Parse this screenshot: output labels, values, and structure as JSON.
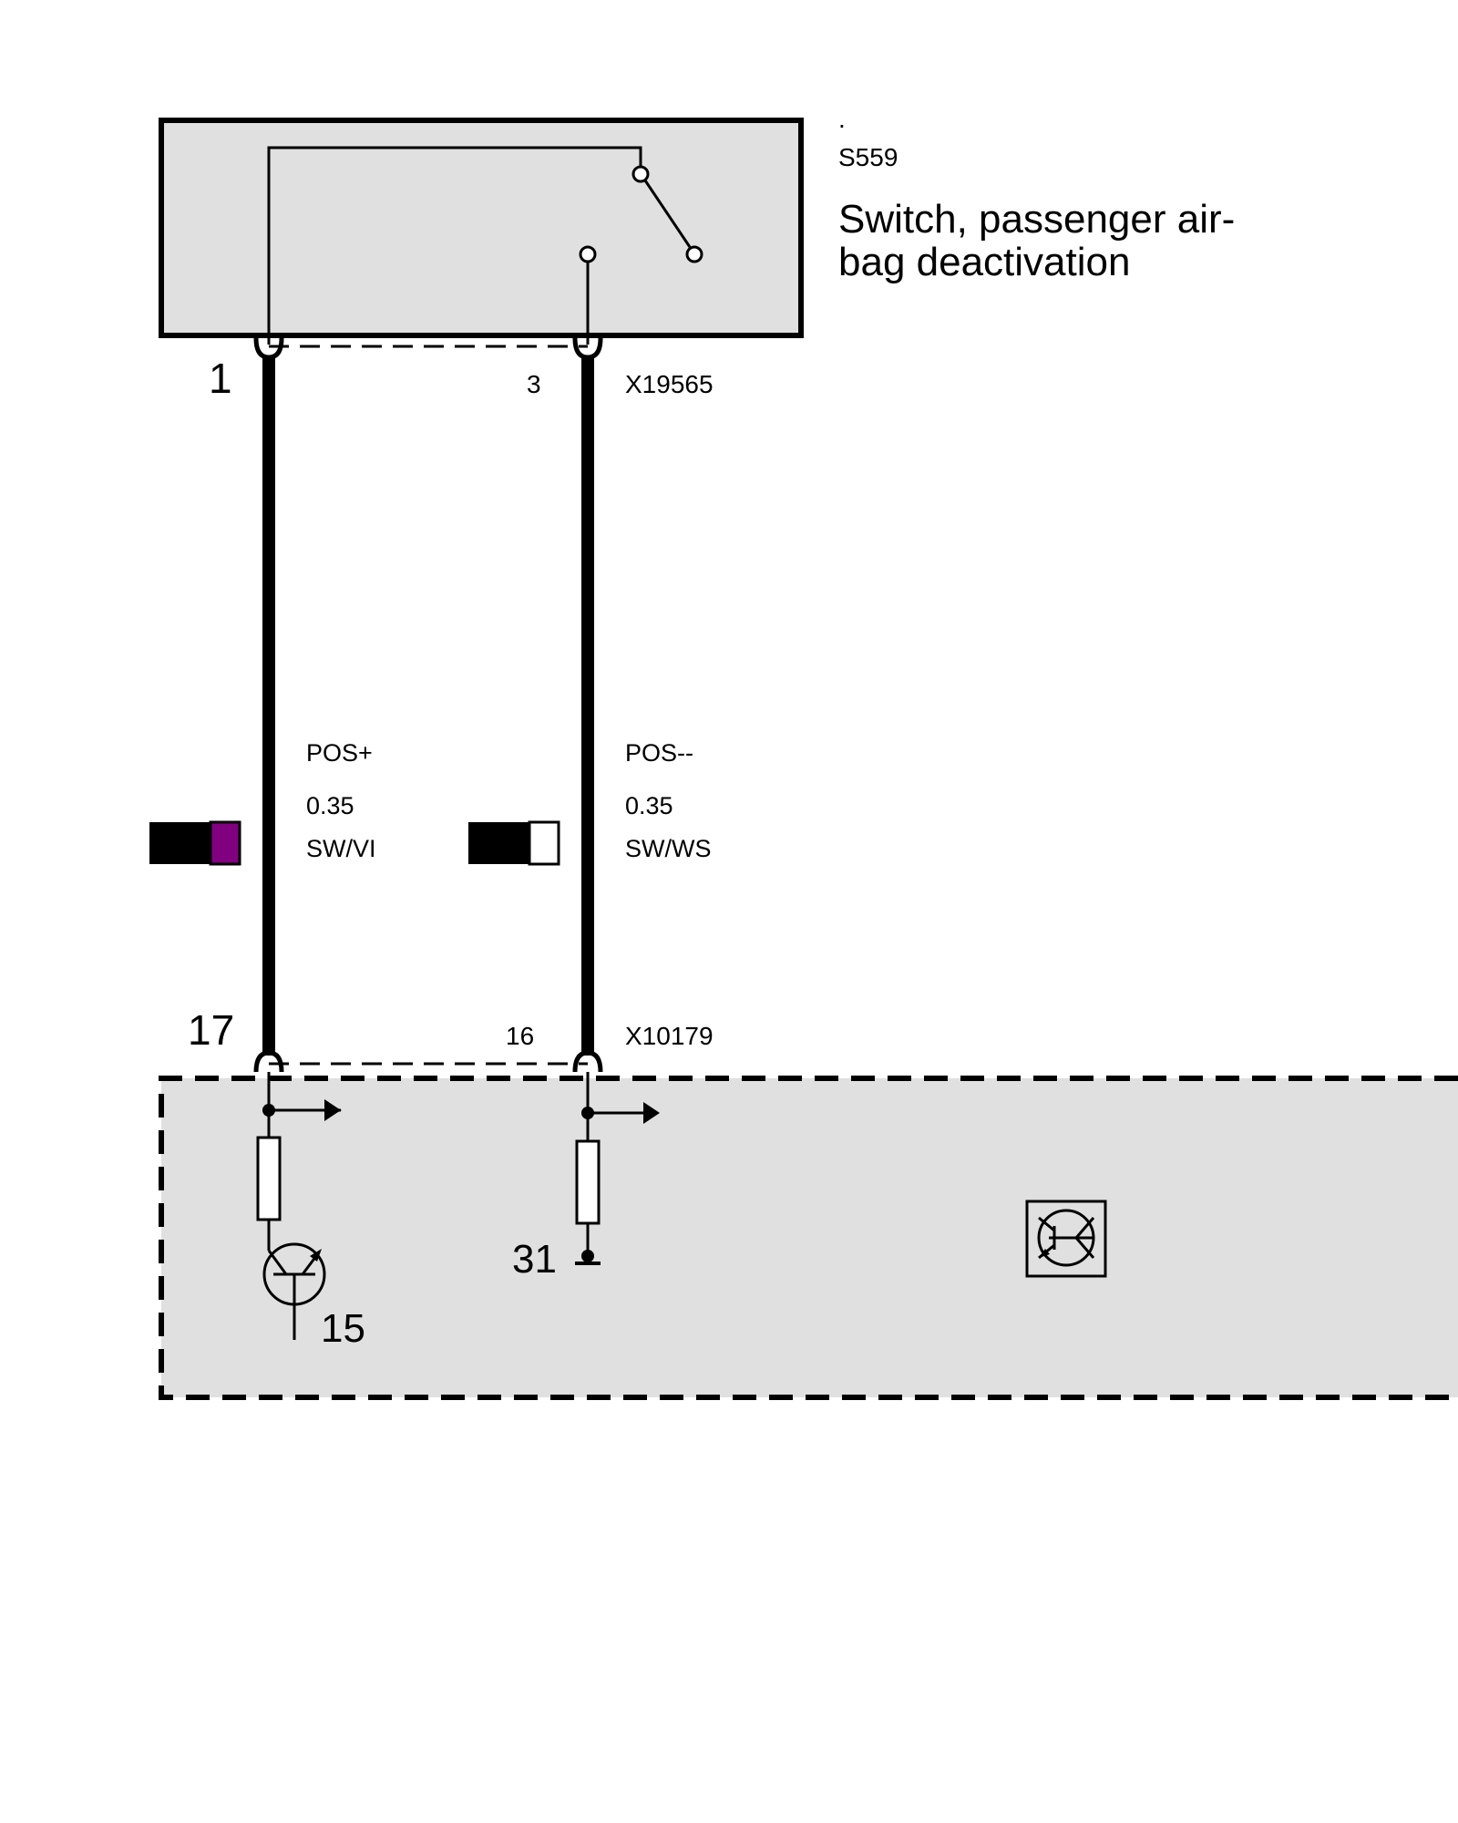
{
  "component": {
    "dot": ".",
    "code": "S559",
    "name_line1": "Switch, passenger air-",
    "name_line2": "bag deactivation"
  },
  "connectors": {
    "top": {
      "id": "X19565",
      "pin_left": "1",
      "pin_right": "3"
    },
    "bottom": {
      "id": "X10179",
      "pin_left": "17",
      "pin_right": "16"
    }
  },
  "wires": [
    {
      "signal": "POS+",
      "cross_section": "0.35",
      "color_code": "SW/VI",
      "colors": [
        "#000000",
        "#800080"
      ]
    },
    {
      "signal": "POS--",
      "cross_section": "0.35",
      "color_code": "SW/WS",
      "colors": [
        "#000000",
        "#ffffff"
      ]
    }
  ],
  "control_unit": {
    "supply_terminal": "15",
    "ground_terminal": "31",
    "fill": "#e0e0e0"
  }
}
